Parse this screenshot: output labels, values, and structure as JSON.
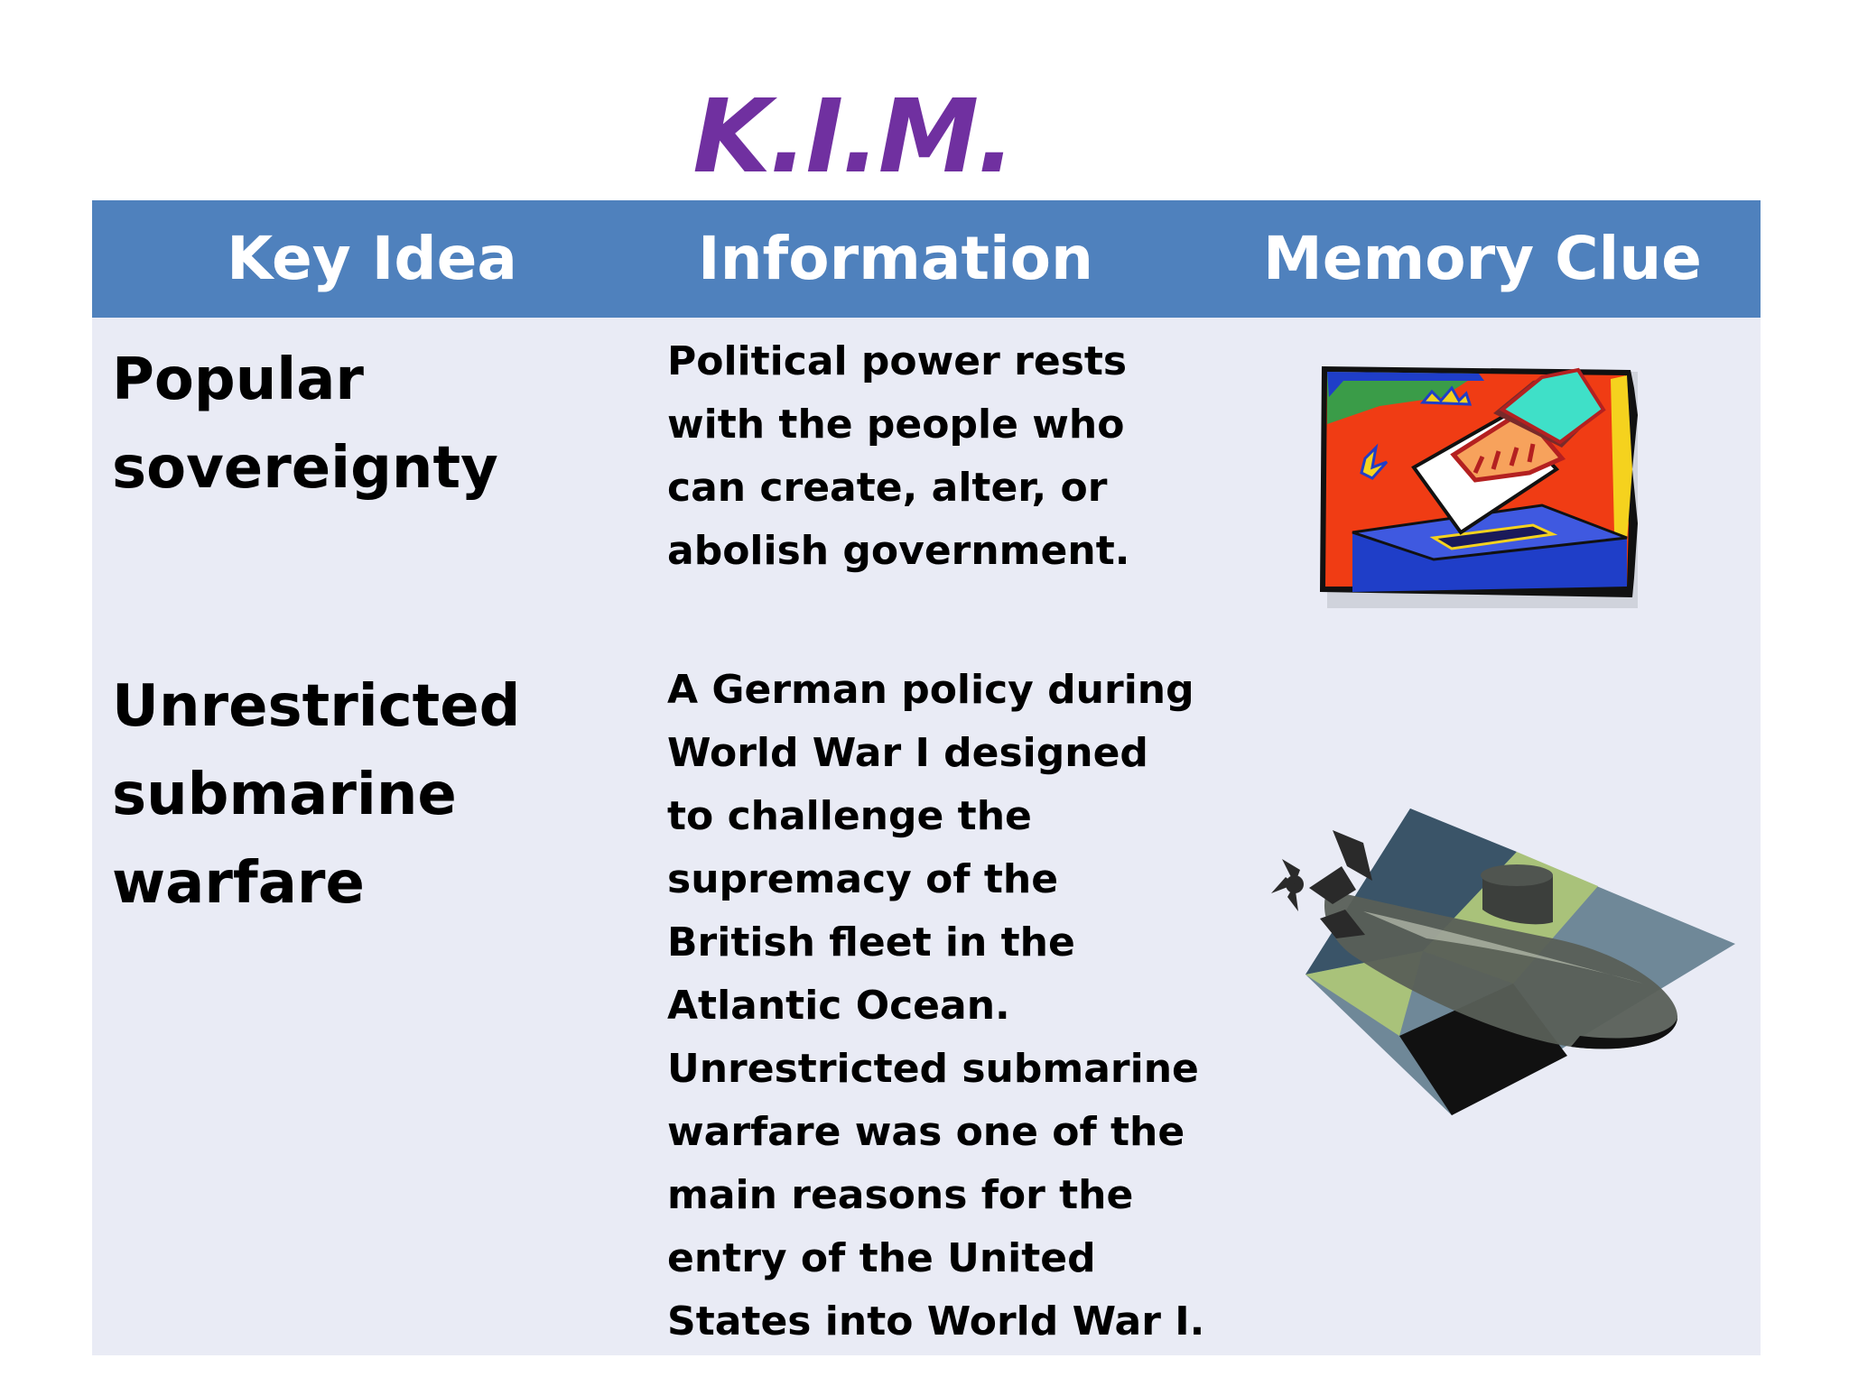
{
  "title": "K.I.M.",
  "table": {
    "headers": {
      "key_idea": "Key Idea",
      "information": "Information",
      "memory_clue": "Memory Clue"
    },
    "rows": [
      {
        "key_idea_lines": [
          "Popular",
          "sovereignty"
        ],
        "information_lines": [
          "Political power rests",
          "with the people who",
          "can create, alter, or",
          "abolish government."
        ],
        "memory_clue_icon": "ballot-box-clipart-icon"
      },
      {
        "key_idea_lines": [
          "Unrestricted",
          "submarine",
          "warfare"
        ],
        "information_lines": [
          "A German policy during",
          "World War I designed",
          "to challenge the",
          "supremacy of the",
          "British fleet in the",
          "Atlantic Ocean.",
          "Unrestricted submarine",
          "warfare was one of the",
          "main reasons for the",
          "entry of the United",
          "States into World War I."
        ],
        "memory_clue_icon": "submarine-clipart-icon"
      }
    ]
  },
  "colors": {
    "title": "#7030a0",
    "header_bg": "#4f81bd",
    "header_text": "#ffffff",
    "body_bg": "#e9ebf5"
  }
}
